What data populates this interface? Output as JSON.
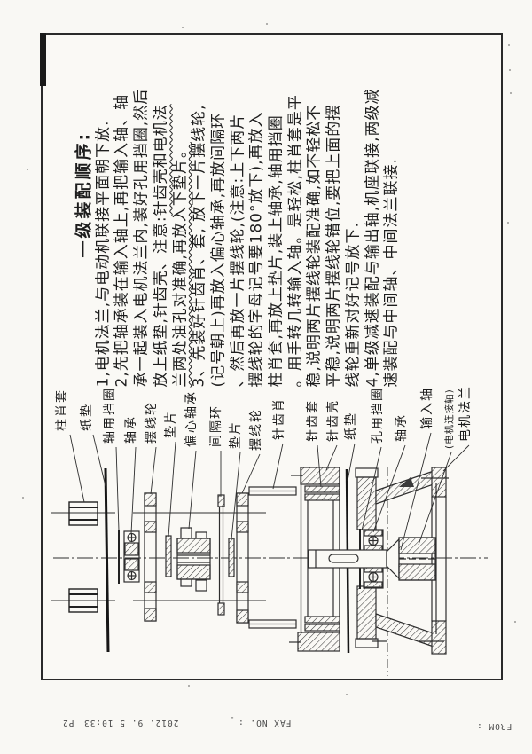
{
  "instructions": {
    "title": "一级装配顺序:",
    "lines": [
      {
        "text": "1,电机法兰,与电动机联接平面朝下放."
      },
      {
        "text": "2,先把轴承装在输入轴上,再把输入轴、轴"
      },
      {
        "text": "承一起装入电机法兰内,装好孔用挡圈,然后"
      },
      {
        "pre": "放上纸垫,针齿壳、注意:",
        "underline": "针齿壳和电机法"
      },
      {
        "underline": "兰两处油孔对准确,再放入下垫片。"
      },
      {
        "text": "3、先装好针齿肖、套, 放下一片摆线轮,"
      },
      {
        "text": "(记号朝上)再放入偏心轴承,再放间隔环"
      },
      {
        "text": "、然后再放一片摆线轮,(注意:上下两片"
      },
      {
        "text": "摆线轮的字母记号要180°放下),再放入"
      },
      {
        "text": "柱肖套,再放上垫片,装上轴承,轴用挡圈"
      },
      {
        "text": "。用手转几转输入轴。是轻松,柱肖套是平"
      },
      {
        "text": "稳,说明两片摆线轮装配准确,如不轻松不"
      },
      {
        "text": "平稳,说明两片摆线轮错位,要把上面的摆"
      },
      {
        "text": "线轮重新对好记号放下."
      },
      {
        "text": "4,单级减速装配与输出轴,机座联接,两级减"
      },
      {
        "text": "速装配与中间轴、中间法兰联接."
      }
    ]
  },
  "diagram": {
    "labels": [
      "柱肖套",
      "纸垫",
      "轴用挡圈",
      "轴承",
      "摆线轮",
      "垫片",
      "偏心轴承",
      "间隔环",
      "垫片",
      "摆线轮",
      "针齿肖",
      "针齿套",
      "针齿壳",
      "纸垫",
      "孔用挡圈",
      "轴承",
      "输入轴",
      "(电机连接轴)",
      "电机法兰"
    ]
  },
  "footer": {
    "page_num": "P2",
    "datetime": "2012. 9. 5 10:33",
    "dash": "-",
    "fax_no_label": "FAX NO. :",
    "from_label": "FROM :"
  },
  "colors": {
    "paper": "#faf9f5",
    "ink": "#1e1e1e",
    "line": "#2e2e2e"
  }
}
